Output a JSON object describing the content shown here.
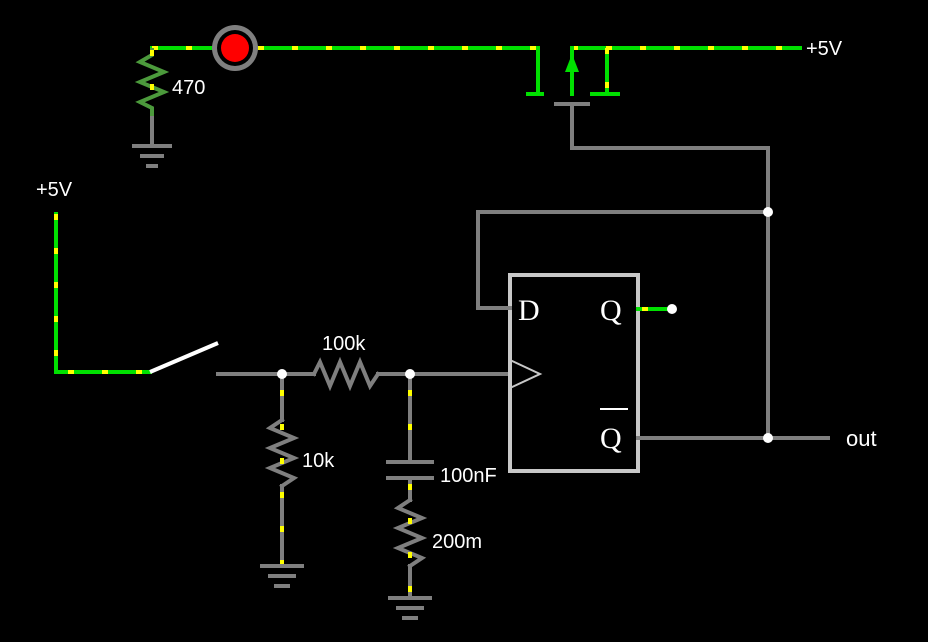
{
  "circuit": {
    "supply_top": "+5V",
    "supply_left": "+5V",
    "led_resistor": "470",
    "input_resistor": "100k",
    "pulldown_resistor": "10k",
    "capacitor": "100nF",
    "series_resistor": "200m",
    "output": "out"
  },
  "flipflop": {
    "d": "D",
    "q": "Q",
    "qbar": "Q"
  },
  "colors": {
    "live_wire": "#00e000",
    "idle_wire": "#7f7f7f",
    "current": "#ffff00",
    "led": "#ff0000"
  }
}
